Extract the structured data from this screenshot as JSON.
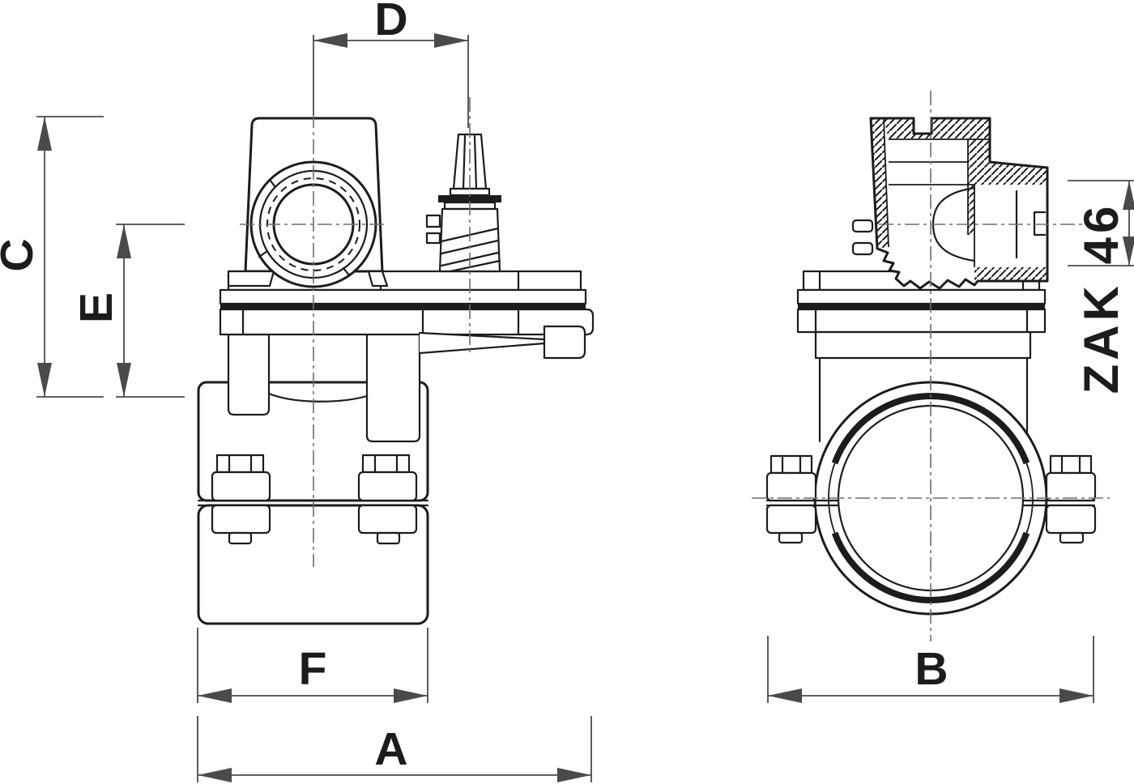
{
  "drawing": {
    "type": "technical-drawing",
    "views": 2,
    "labels": {
      "a": "A",
      "b": "B",
      "c": "C",
      "d": "D",
      "e": "E",
      "f": "F",
      "zak": "ZAK 46"
    },
    "colors": {
      "background": "#ffffff",
      "line": "#1c1c1c",
      "dimension": "#4a4a4a",
      "centerline": "#6e6e6e"
    }
  }
}
